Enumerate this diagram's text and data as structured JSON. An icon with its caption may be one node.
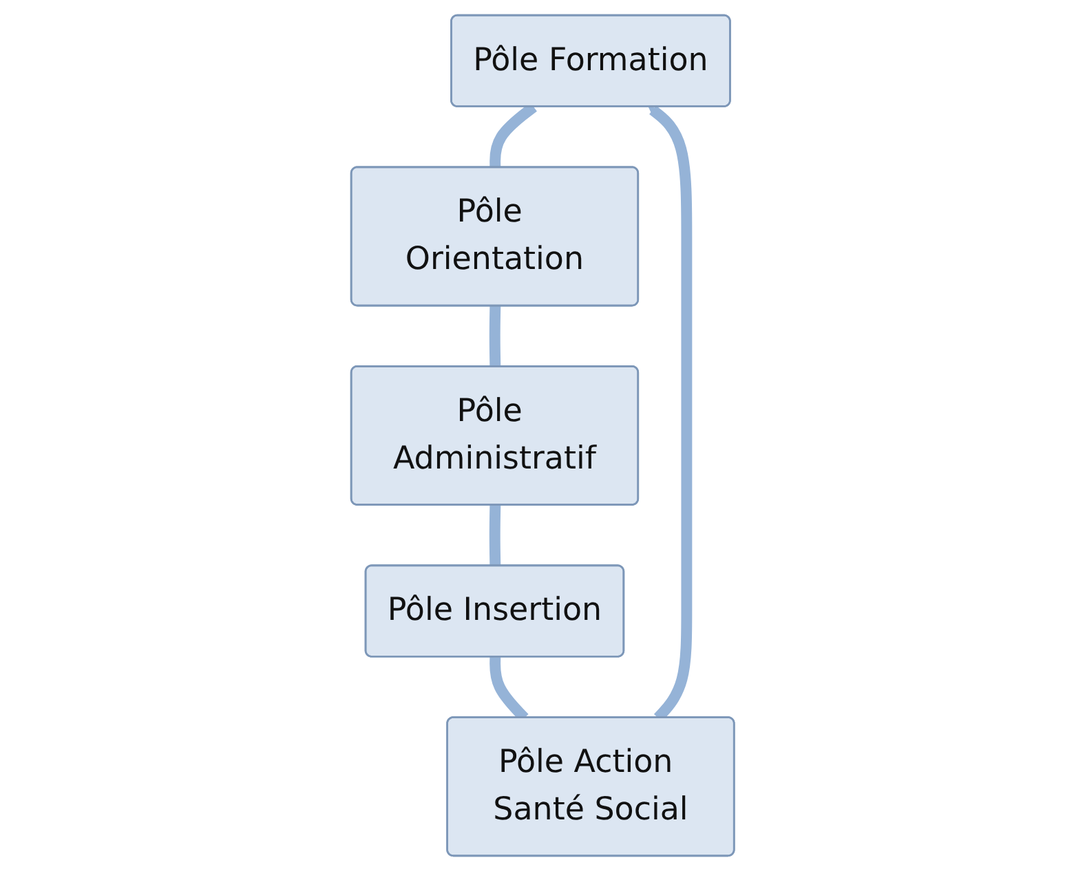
{
  "diagram": {
    "nodes": [
      {
        "text": [
          "Pôle Formation"
        ]
      },
      {
        "text": [
          "Pôle Orientation"
        ]
      },
      {
        "text": [
          "Pôle Administratif"
        ]
      },
      {
        "text": [
          "Pôle Insertion"
        ]
      },
      {
        "text": [
          "Pôle Action Santé Social"
        ]
      }
    ],
    "edges": [
      {
        "from": 0,
        "to": 1,
        "arrow": "none"
      },
      {
        "from": 1,
        "to": 2,
        "arrow": "none"
      },
      {
        "from": 2,
        "to": 3,
        "arrow": "none"
      },
      {
        "from": 3,
        "to": 4,
        "arrow": "none"
      },
      {
        "from": 4,
        "to": 0,
        "arrow": "to"
      }
    ]
  }
}
